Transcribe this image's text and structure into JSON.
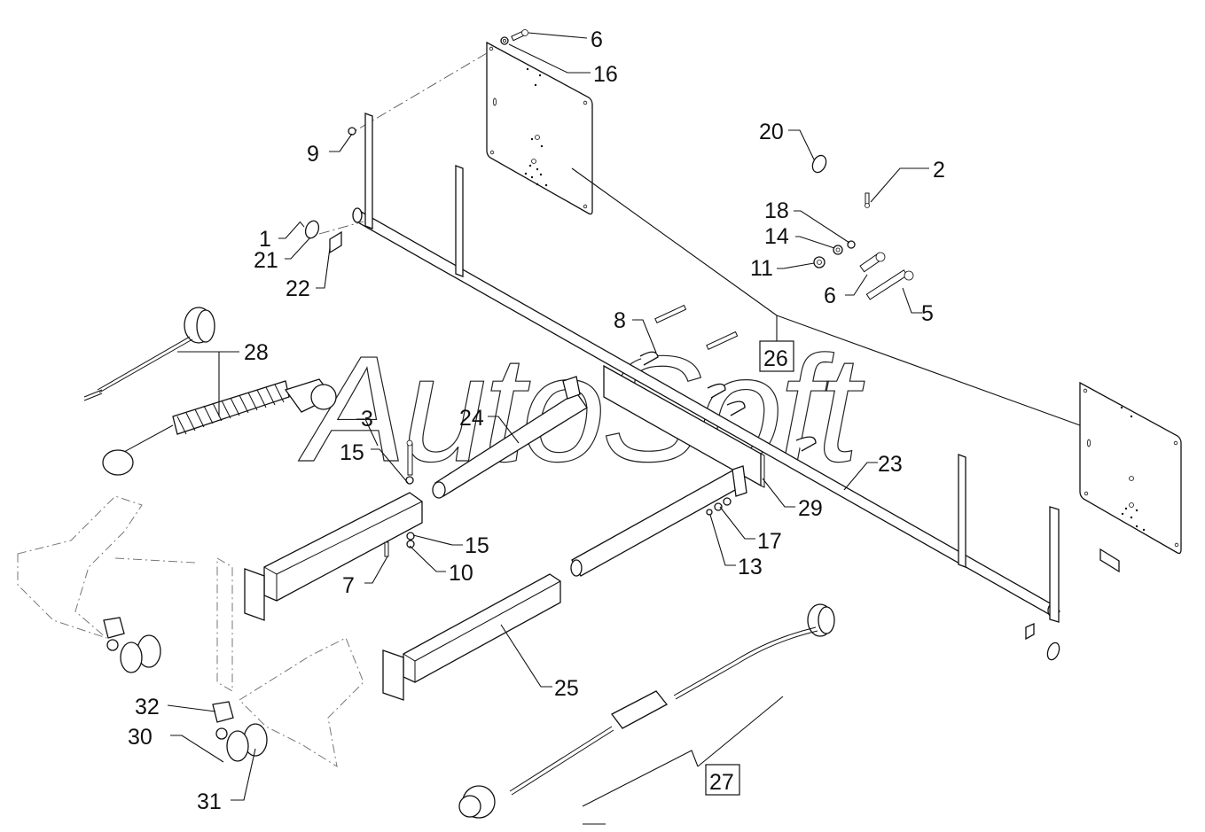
{
  "diagram": {
    "type": "exploded-parts-view",
    "watermark": "AutoSoft",
    "callouts": [
      {
        "id": "c6a",
        "label": "6"
      },
      {
        "id": "c16",
        "label": "16"
      },
      {
        "id": "c9",
        "label": "9"
      },
      {
        "id": "c20",
        "label": "20"
      },
      {
        "id": "c2",
        "label": "2"
      },
      {
        "id": "c18",
        "label": "18"
      },
      {
        "id": "c14",
        "label": "14"
      },
      {
        "id": "c11",
        "label": "11"
      },
      {
        "id": "c6b",
        "label": "6"
      },
      {
        "id": "c5",
        "label": "5"
      },
      {
        "id": "c1",
        "label": "1"
      },
      {
        "id": "c21",
        "label": "21"
      },
      {
        "id": "c22",
        "label": "22"
      },
      {
        "id": "c28",
        "label": "28"
      },
      {
        "id": "c8",
        "label": "8"
      },
      {
        "id": "c26",
        "label": "26",
        "boxed": true
      },
      {
        "id": "c3",
        "label": "3"
      },
      {
        "id": "c24",
        "label": "24"
      },
      {
        "id": "c15a",
        "label": "15"
      },
      {
        "id": "c23",
        "label": "23"
      },
      {
        "id": "c29",
        "label": "29"
      },
      {
        "id": "c15b",
        "label": "15"
      },
      {
        "id": "c17",
        "label": "17"
      },
      {
        "id": "c7",
        "label": "7"
      },
      {
        "id": "c10",
        "label": "10"
      },
      {
        "id": "c13",
        "label": "13"
      },
      {
        "id": "c25",
        "label": "25"
      },
      {
        "id": "c32",
        "label": "32"
      },
      {
        "id": "c30",
        "label": "30"
      },
      {
        "id": "c31",
        "label": "31"
      },
      {
        "id": "c27",
        "label": "27",
        "boxed": true
      }
    ]
  }
}
